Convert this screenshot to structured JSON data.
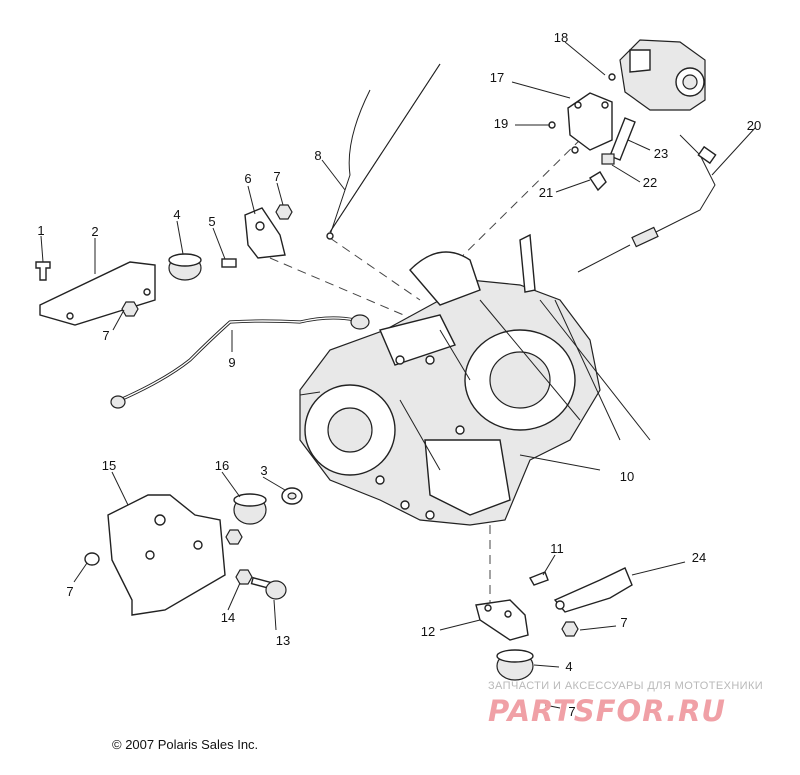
{
  "diagram": {
    "callouts": [
      {
        "id": "c1",
        "label": "1"
      },
      {
        "id": "c2",
        "label": "2"
      },
      {
        "id": "c4a",
        "label": "4"
      },
      {
        "id": "c5",
        "label": "5"
      },
      {
        "id": "c6",
        "label": "6"
      },
      {
        "id": "c7a",
        "label": "7"
      },
      {
        "id": "c7b",
        "label": "7"
      },
      {
        "id": "c8",
        "label": "8"
      },
      {
        "id": "c9",
        "label": "9"
      },
      {
        "id": "c10",
        "label": "10"
      },
      {
        "id": "c15",
        "label": "15"
      },
      {
        "id": "c16",
        "label": "16"
      },
      {
        "id": "c3",
        "label": "3"
      },
      {
        "id": "c7c",
        "label": "7"
      },
      {
        "id": "c14",
        "label": "14"
      },
      {
        "id": "c13",
        "label": "13"
      },
      {
        "id": "c11",
        "label": "11"
      },
      {
        "id": "c24",
        "label": "24"
      },
      {
        "id": "c12",
        "label": "12"
      },
      {
        "id": "c7d",
        "label": "7"
      },
      {
        "id": "c4b",
        "label": "4"
      },
      {
        "id": "c7e",
        "label": "7"
      },
      {
        "id": "c17",
        "label": "17"
      },
      {
        "id": "c18",
        "label": "18"
      },
      {
        "id": "c19",
        "label": "19"
      },
      {
        "id": "c20",
        "label": "20"
      },
      {
        "id": "c21",
        "label": "21"
      },
      {
        "id": "c22",
        "label": "22"
      },
      {
        "id": "c23",
        "label": "23"
      }
    ]
  },
  "footer": {
    "copyright": "© 2007 Polaris Sales Inc."
  },
  "watermark": {
    "tagline": "ЗАПЧАСТИ И АКСЕССУАРЫ ДЛЯ МОТОТЕХНИКИ",
    "brand": "PARTSFOR.RU"
  }
}
